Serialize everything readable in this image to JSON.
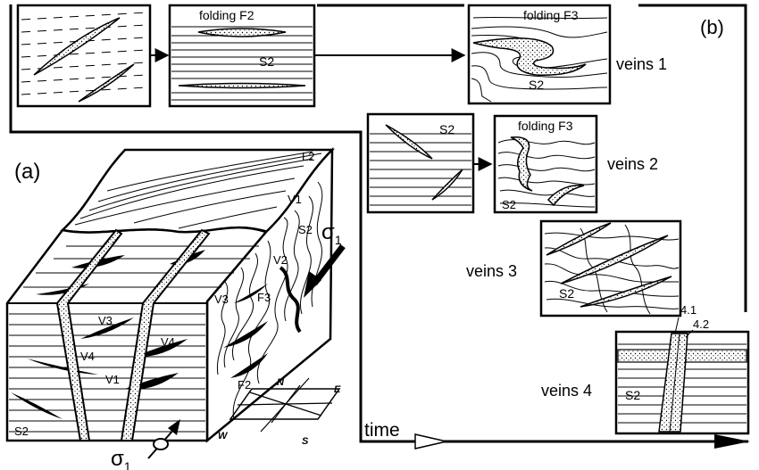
{
  "panel_labels": {
    "a": "(a)",
    "b": "(b)"
  },
  "folding": {
    "f2": "folding F2",
    "f3_top": "folding F3",
    "f3_mid": "folding F3"
  },
  "foliation": {
    "s2_box2": "S2",
    "s2_box3": "S2",
    "s2_box4": "S2",
    "s2_box5": "S2",
    "s2_box7": "S2",
    "s2_box6": "S2",
    "s2_block": "S2",
    "s2_side": "S2"
  },
  "veins": {
    "veins1": "veins 1",
    "veins2": "veins 2",
    "veins3": "veins 3",
    "veins4": "veins 4"
  },
  "generations": {
    "g41": "4.1",
    "g42": "4.2"
  },
  "block": {
    "l2": "L2",
    "f3": "F3",
    "f3_side": "F3",
    "f2": "F2",
    "v1_top": "V1",
    "v2": "V2",
    "v3_side": "V3",
    "v3_front": "V3",
    "v4_left": "V4",
    "v4_right": "V4",
    "v1_front": "V1"
  },
  "stress": {
    "sigma_side": "σ",
    "sigma_side_sub": "1",
    "sigma_bottom": "σ",
    "sigma_bottom_sub": "1"
  },
  "compass": {
    "n": "N",
    "e": "E",
    "s": "S",
    "w": "W"
  },
  "time_label": "time"
}
